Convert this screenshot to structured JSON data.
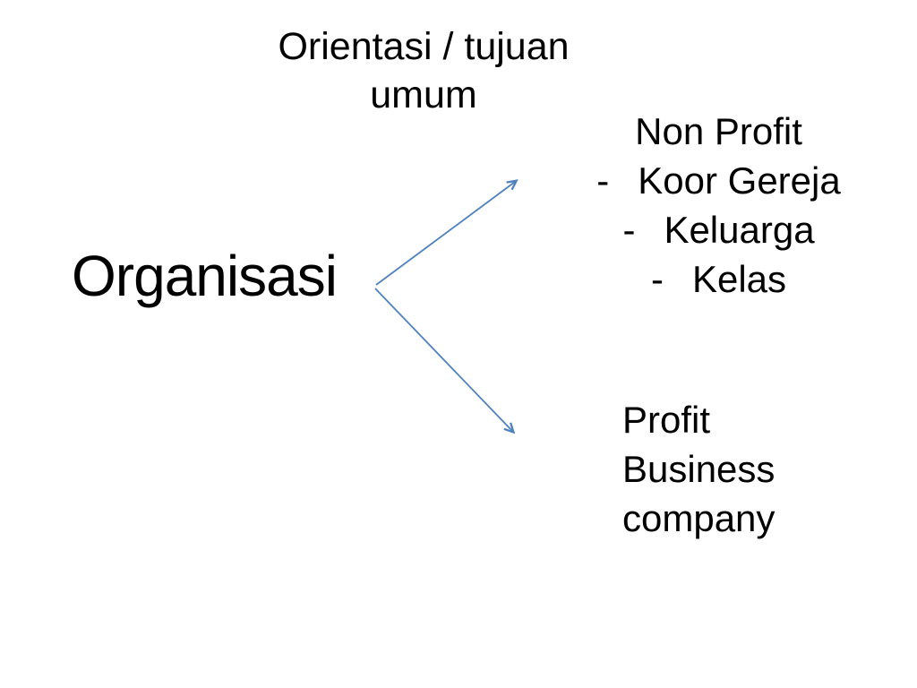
{
  "slide": {
    "background": "#ffffff",
    "text_color": "#000000",
    "title": {
      "lines": [
        "Orientasi / tujuan",
        "umum"
      ]
    },
    "root": {
      "label": "Organisasi"
    },
    "arrows": {
      "color": "#4f81bd"
    },
    "non_profit": {
      "heading": "Non Profit",
      "bullet": "-",
      "items": [
        "Koor Gereja",
        "Keluarga",
        "Kelas"
      ]
    },
    "profit": {
      "lines": [
        "Profit",
        "Business",
        "company"
      ]
    }
  }
}
